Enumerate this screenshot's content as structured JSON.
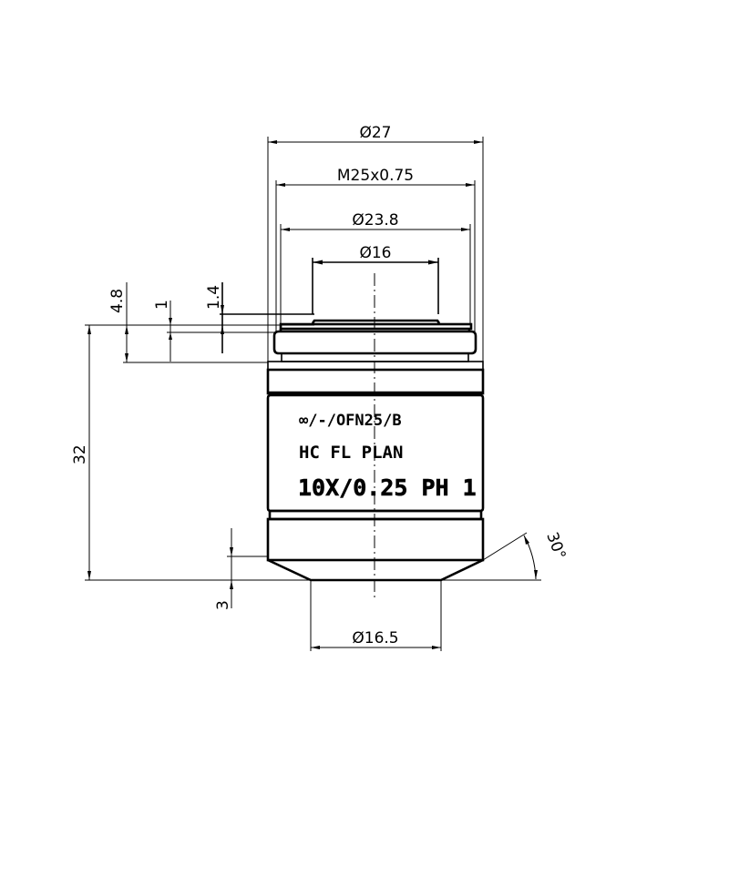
{
  "drawing": {
    "title": "Microscope objective dimensional drawing",
    "units": "mm",
    "line_color": "#000000",
    "background": "#ffffff"
  },
  "dimensions": {
    "outer_diameter": {
      "label": "Ø27",
      "value": 27
    },
    "thread": {
      "label": "M25x0.75",
      "value": "M25x0.75"
    },
    "shoulder_diameter": {
      "label": "Ø23.8",
      "value": 23.8
    },
    "rear_aperture": {
      "label": "Ø16",
      "value": 16
    },
    "front_diameter": {
      "label": "Ø16.5",
      "value": 16.5
    },
    "thread_length": {
      "label": "4.8",
      "value": 4.8
    },
    "step_1": {
      "label": "1",
      "value": 1
    },
    "step_1_4": {
      "label": "1.4",
      "value": 1.4
    },
    "parfocal_length": {
      "label": "32",
      "value": 32
    },
    "front_taper_height": {
      "label": "3",
      "value": 3
    },
    "taper_angle": {
      "label": "30°",
      "value": 30
    }
  },
  "engraving": {
    "line1": "∞/-/OFN25/B",
    "line2": "HC FL PLAN",
    "line3": "10X/0.25 PH 1"
  }
}
